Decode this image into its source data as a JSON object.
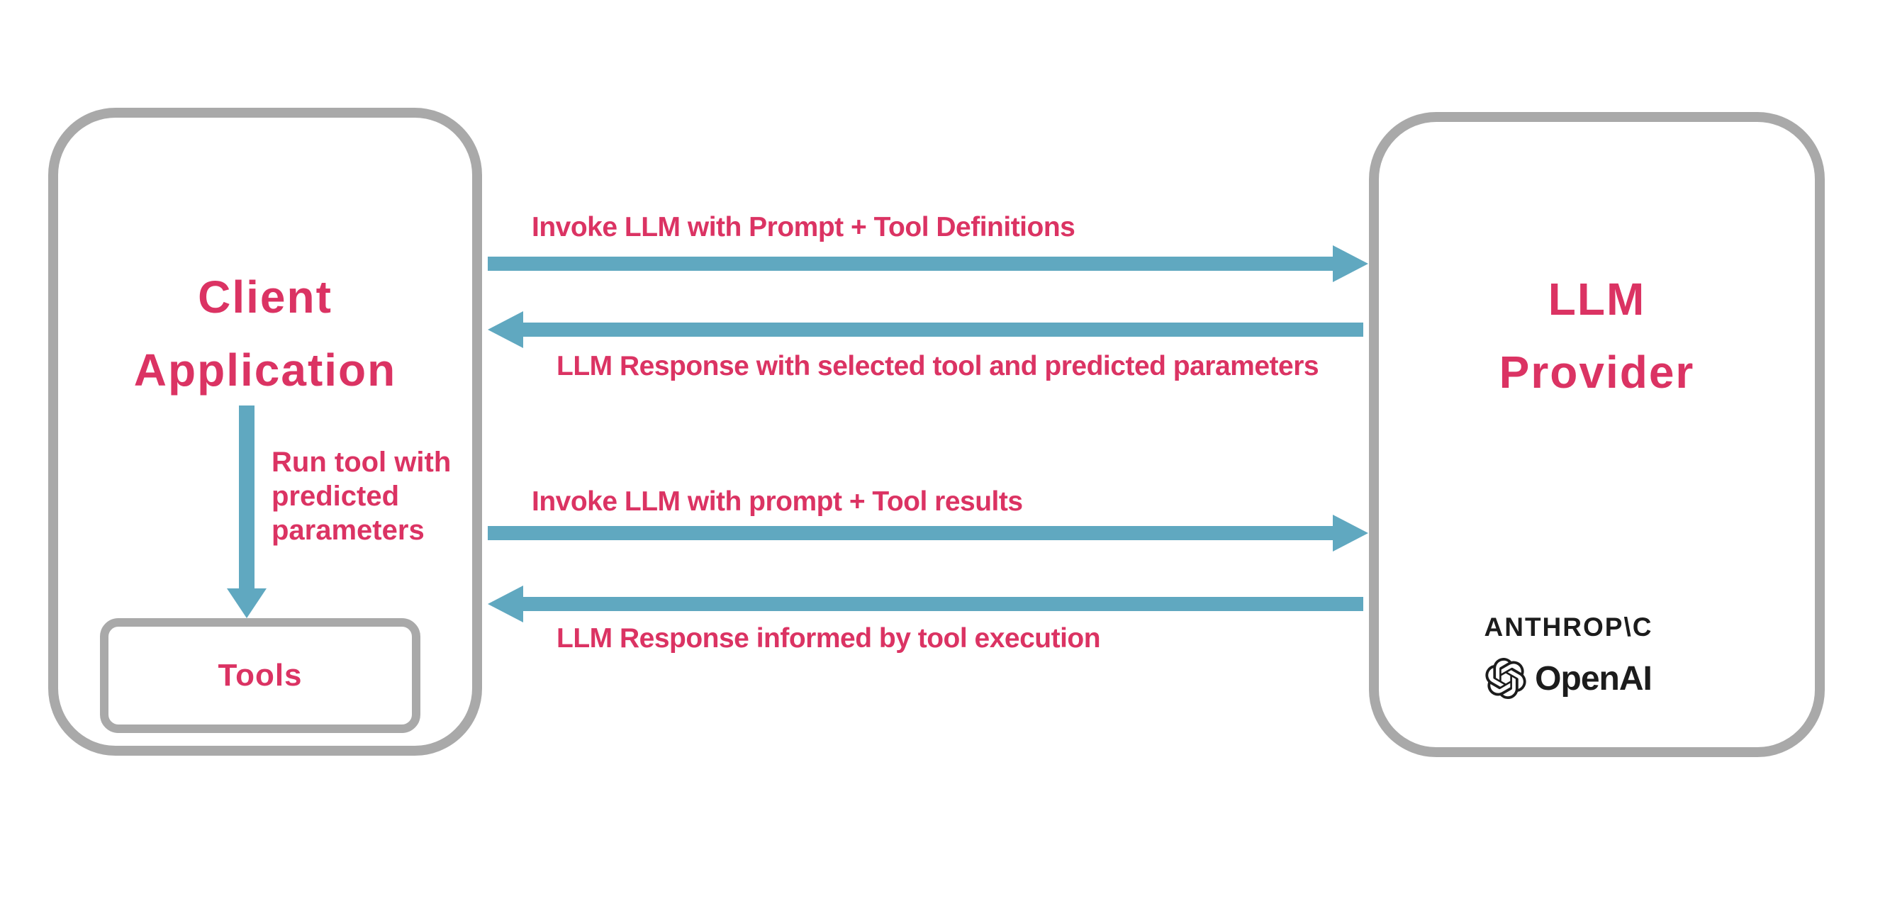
{
  "colors": {
    "pink": "#db3363",
    "blue": "#60a8c0",
    "gray": "#a9a9a9",
    "logo_black": "#1c1c1c",
    "background": "#ffffff"
  },
  "client_box": {
    "title_line1": "Client",
    "title_line2": "Application",
    "run_tool_label": {
      "line1": "Run tool with",
      "line2": "predicted",
      "line3": "parameters"
    },
    "tools_box_label": "Tools"
  },
  "llm_box": {
    "title_line1": "LLM",
    "title_line2": "Provider",
    "anthropic_wordmark": "ANTHROP\\C",
    "openai_wordmark": "OpenAI"
  },
  "arrows": {
    "request1": {
      "direction": "right",
      "label": "Invoke LLM with Prompt + Tool Definitions"
    },
    "response1": {
      "direction": "left",
      "label": "LLM Response with selected tool and predicted parameters"
    },
    "request2": {
      "direction": "right",
      "label": "Invoke LLM with prompt + Tool results"
    },
    "response2": {
      "direction": "left",
      "label": "LLM Response informed by tool execution"
    },
    "run_tool": {
      "direction": "down"
    }
  }
}
